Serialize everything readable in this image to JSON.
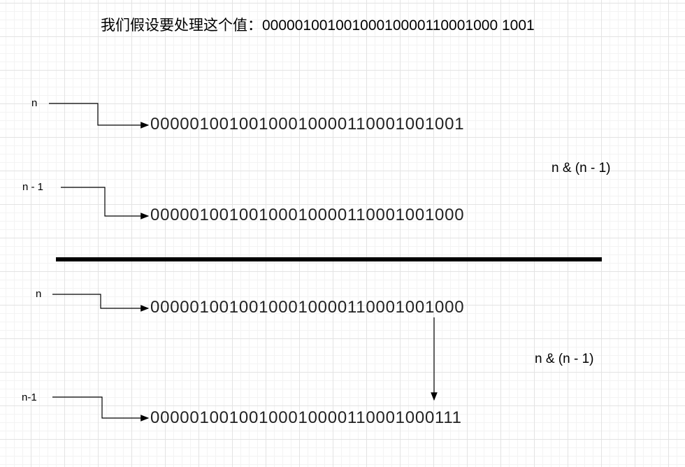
{
  "title": "我们假设要处理这个值：00000100100100010000110001000 1001",
  "section1": {
    "n_label": "n",
    "n_value": "00000100100100010000110001001001",
    "n_minus_1_label": "n - 1",
    "n_minus_1_value": "00000100100100010000110001001000",
    "operation": "n & (n - 1)"
  },
  "section2": {
    "n_label": "n",
    "n_value": "00000100100100010000110001001000",
    "n_minus_1_label": "n-1",
    "n_minus_1_value": "00000100100100010000110001000111",
    "operation": "n & (n - 1)"
  }
}
